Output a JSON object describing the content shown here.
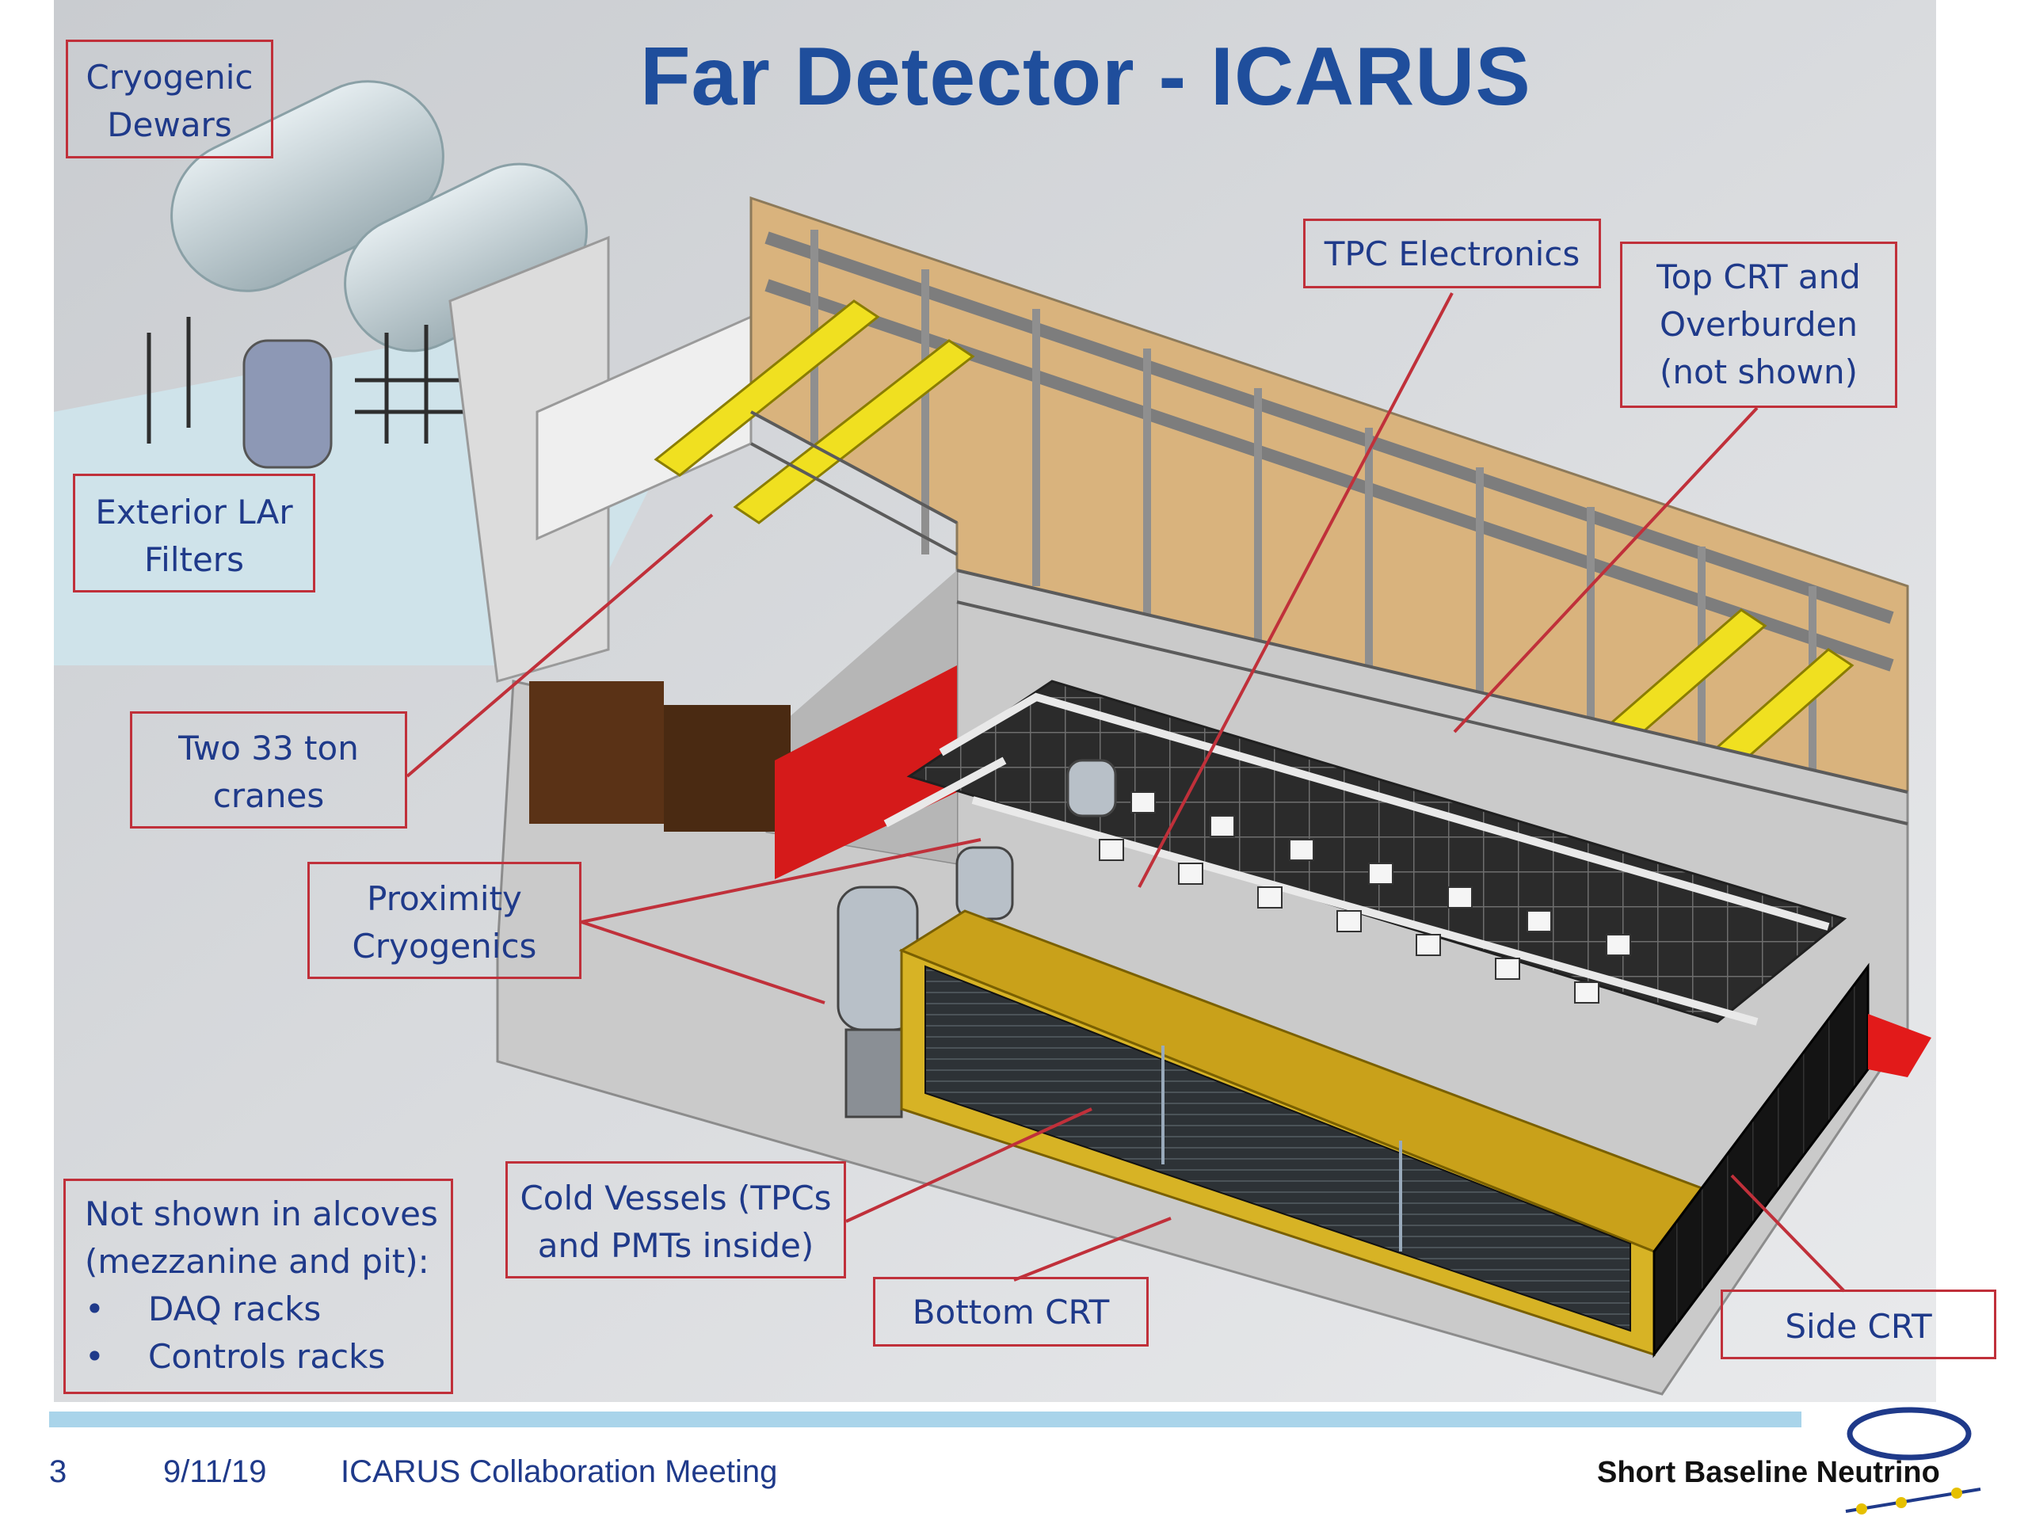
{
  "title": "Far Detector - ICARUS",
  "labels": {
    "cryogenic_dewars": [
      "Cryogenic",
      "Dewars"
    ],
    "tpc_electronics": [
      "TPC Electronics"
    ],
    "top_crt": [
      "Top CRT and",
      "Overburden",
      "(not shown)"
    ],
    "exterior_lar": [
      "Exterior LAr",
      "Filters"
    ],
    "cranes": [
      "Two 33 ton",
      "cranes"
    ],
    "proximity": [
      "Proximity",
      "Cryogenics"
    ],
    "cold_vessels": [
      "Cold Vessels (TPCs",
      "and PMTs inside)"
    ],
    "bottom_crt": [
      "Bottom CRT"
    ],
    "side_crt": [
      "Side CRT"
    ]
  },
  "not_shown": {
    "heading1": "Not shown in alcoves",
    "heading2": "(mezzanine and pit):",
    "items": [
      "DAQ racks",
      "Controls racks"
    ],
    "bullet": "•"
  },
  "footer": {
    "page": "3",
    "date": "9/11/19",
    "meeting": "ICARUS Collaboration Meeting",
    "brand": "Short Baseline Neutrino"
  },
  "colors": {
    "title": "#1f4e9c",
    "label_text": "#1f3a8a",
    "label_border": "#c0303a",
    "leader_line": "#c0303a",
    "crane": "#f0e020",
    "wall": "#d8b27a",
    "footer_bar": "#a9d4ea"
  }
}
